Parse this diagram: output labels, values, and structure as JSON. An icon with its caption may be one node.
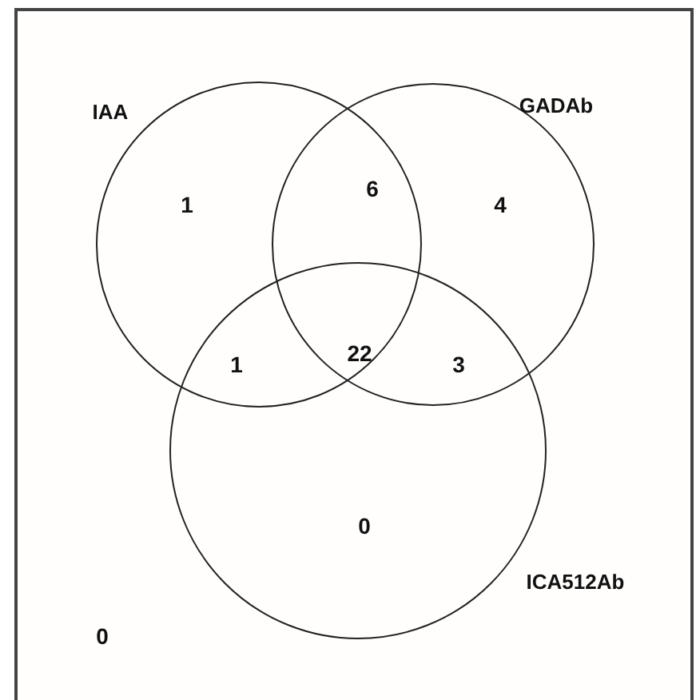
{
  "diagram": {
    "nodes": [
      {
        "text": [
          "IAA"
        ]
      },
      {
        "text": [
          "GADAb"
        ]
      },
      {
        "text": [
          "ICA512Ab"
        ]
      }
    ],
    "labels": [
      "1",
      "6",
      "4",
      "1",
      "22",
      "3",
      "0",
      "0"
    ]
  }
}
